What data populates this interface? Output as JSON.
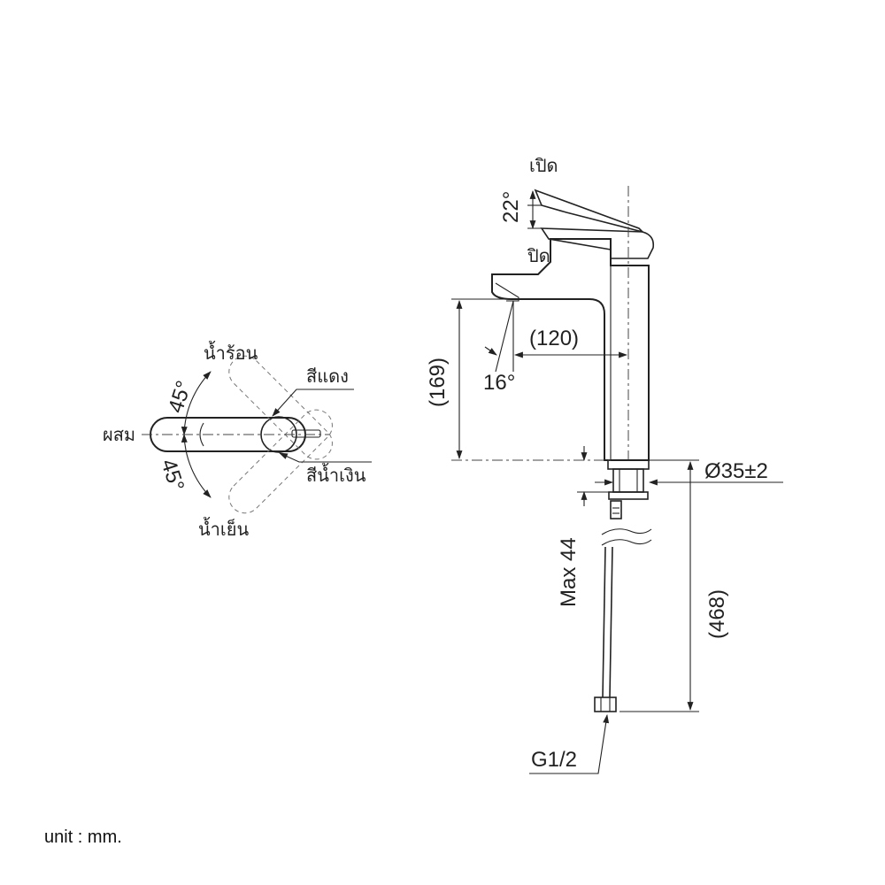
{
  "labels": {
    "open": "เปิด",
    "close": "ปิด",
    "hot_water": "น้ำร้อน",
    "cold_water": "น้ำเย็น",
    "mix": "ผสม",
    "red": "สีแดง",
    "blue": "สีน้ำเงิน"
  },
  "dimensions": {
    "handle_angle": "22°",
    "spout_angle": "16°",
    "spout_reach": "(120)",
    "spout_height": "(169)",
    "body_diameter": "Ø35±2",
    "max_deck": "Max 44",
    "total_height": "(468)",
    "thread": "G1/2",
    "rotation_hot": "45°",
    "rotation_cold": "45°"
  },
  "footer": {
    "unit_note": "unit : mm."
  }
}
